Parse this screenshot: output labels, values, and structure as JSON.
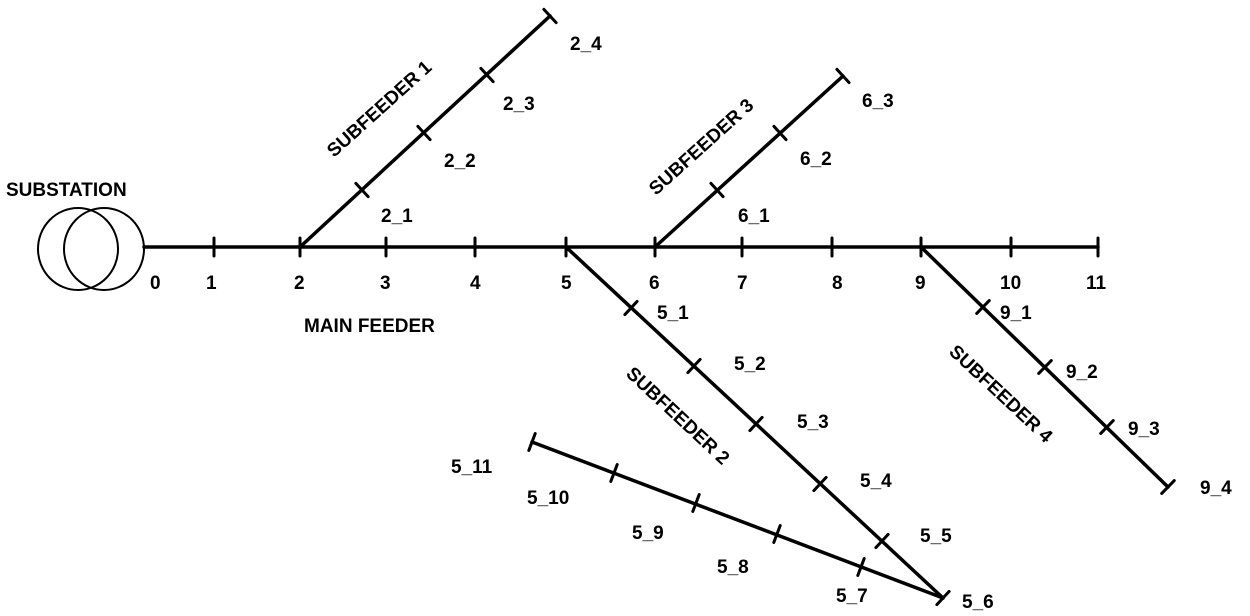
{
  "substation_label": "SUBSTATION",
  "main_feeder_label": "MAIN FEEDER",
  "subfeeder_labels": {
    "sf1": "SUBFEEDER 1",
    "sf2": "SUBFEEDER 2",
    "sf3": "SUBFEEDER 3",
    "sf4": "SUBFEEDER 4"
  },
  "main_nodes": [
    "0",
    "1",
    "2",
    "3",
    "4",
    "5",
    "6",
    "7",
    "8",
    "9",
    "10",
    "11"
  ],
  "subfeeder1_nodes": [
    "2_1",
    "2_2",
    "2_3",
    "2_4"
  ],
  "subfeeder2_nodes": [
    "5_1",
    "5_2",
    "5_3",
    "5_4",
    "5_5",
    "5_6",
    "5_7",
    "5_8",
    "5_9",
    "5_10",
    "5_11"
  ],
  "subfeeder3_nodes": [
    "6_1",
    "6_2",
    "6_3"
  ],
  "subfeeder4_nodes": [
    "9_1",
    "9_2",
    "9_3",
    "9_4"
  ]
}
